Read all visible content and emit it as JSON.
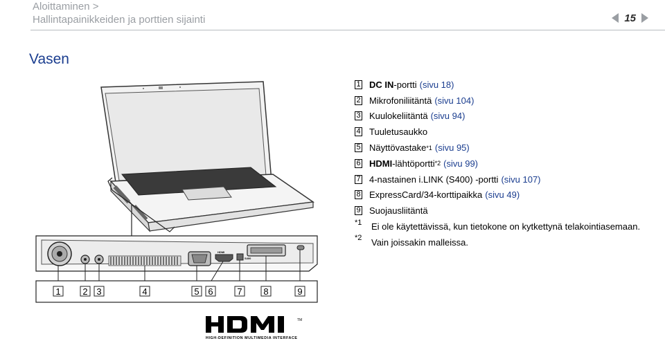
{
  "header": {
    "breadcrumb_1": "Aloittaminen >",
    "breadcrumb_2": "Hallintapainikkeiden ja porttien sijainti",
    "page_number": "15"
  },
  "section_title": "Vasen",
  "items": [
    {
      "num": "1",
      "name": "DC IN",
      "rest": " -portti",
      "link": "(sivu 18)"
    },
    {
      "num": "2",
      "name": "Mikrofoniliitäntä",
      "rest": "",
      "link": "(sivu 104)"
    },
    {
      "num": "3",
      "name": "Kuulokeliitäntä",
      "rest": "",
      "link": "(sivu 94)"
    },
    {
      "num": "4",
      "name": "Tuuletusaukko",
      "rest": "",
      "link": ""
    },
    {
      "num": "5",
      "name": "Näyttövastake",
      "sup": "*1",
      "link": "(sivu 95)"
    },
    {
      "num": "6",
      "name": "HDMI",
      "rest": "-lähtöportti",
      "sup": "*2",
      "link": "(sivu 99)"
    },
    {
      "num": "7",
      "name": "4-nastainen i.LINK (S400) -portti",
      "link": "(sivu 107)"
    },
    {
      "num": "8",
      "name": "ExpressCard/34-korttipaikka",
      "link": "(sivu 49)"
    },
    {
      "num": "9",
      "name": "Suojausliitäntä",
      "link": ""
    }
  ],
  "notes": [
    {
      "mark": "*1",
      "text": "Ei ole käytettävissä, kun tietokone on kytkettynä telakointiasemaan."
    },
    {
      "mark": "*2",
      "text": "Vain joissakin malleissa."
    }
  ],
  "callouts": [
    "1",
    "2",
    "3",
    "4",
    "5",
    "6",
    "7",
    "8",
    "9"
  ],
  "port_labels": {
    "hdmi": "HDMI",
    "ilink": "S400"
  },
  "logo": {
    "tagline": "HIGH-DEFINITION MULTIMEDIA INTERFACE",
    "tm": "TM"
  }
}
